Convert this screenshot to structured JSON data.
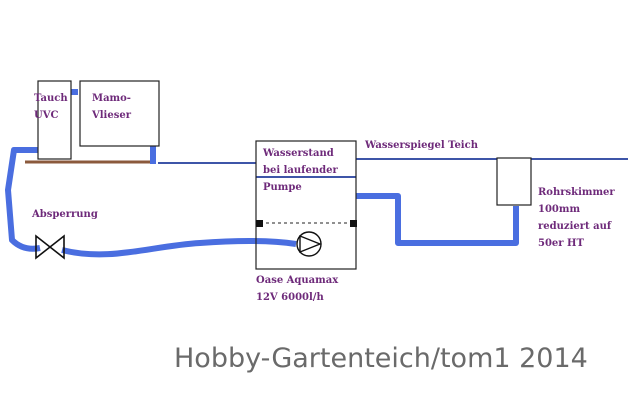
{
  "labels": {
    "uvc": "Tauch\nUVC",
    "filter": "Mamo-\nVlieser",
    "water_level_pump": "Wasserstand\nbei laufender\nPumpe",
    "pond_level": "Wasserspiegel Teich",
    "skimmer": "Rohrskimmer\n100mm\nreduziert auf\n50er HT",
    "valve": "Absperrung",
    "pump": "Oase Aquamax\n12V 6000l/h"
  },
  "watermark": "Hobby-Gartenteich/tom1 2014",
  "colors": {
    "pipe": "#4a6ee0",
    "line": "#3e55a8",
    "outline": "#222222",
    "shelf": "#8b5a3c",
    "label": "#6e2a7a",
    "watermark": "#6a6a6a"
  },
  "icons": {
    "valve": "valve-icon",
    "pump": "pump-icon"
  }
}
